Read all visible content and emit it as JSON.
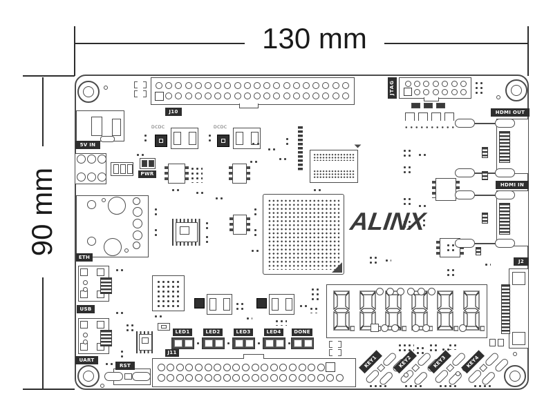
{
  "dimensions": {
    "width": "130 mm",
    "height": "90 mm"
  },
  "brand": {
    "logo": "ALINX",
    "logo_color": "#3a3a3a"
  },
  "labels": {
    "power_in": "5V IN",
    "pwr": "PWR",
    "eth": "ETH",
    "usb": "USB",
    "uart": "UART",
    "jtag": "JTAG",
    "hdmi_out": "HDMI OUT",
    "hdmi_in": "HDMI IN",
    "j10": "J10",
    "j11": "J11",
    "j2": "J2",
    "rst": "RST",
    "dcdc1": "DCDC",
    "dcdc2": "DCDC"
  },
  "leds": [
    "LED1",
    "LED2",
    "LED3",
    "LED4",
    "DONE"
  ],
  "keys": [
    "KEY1",
    "KEY2",
    "KEY3",
    "KEY4"
  ],
  "display": {
    "digits": 6
  }
}
